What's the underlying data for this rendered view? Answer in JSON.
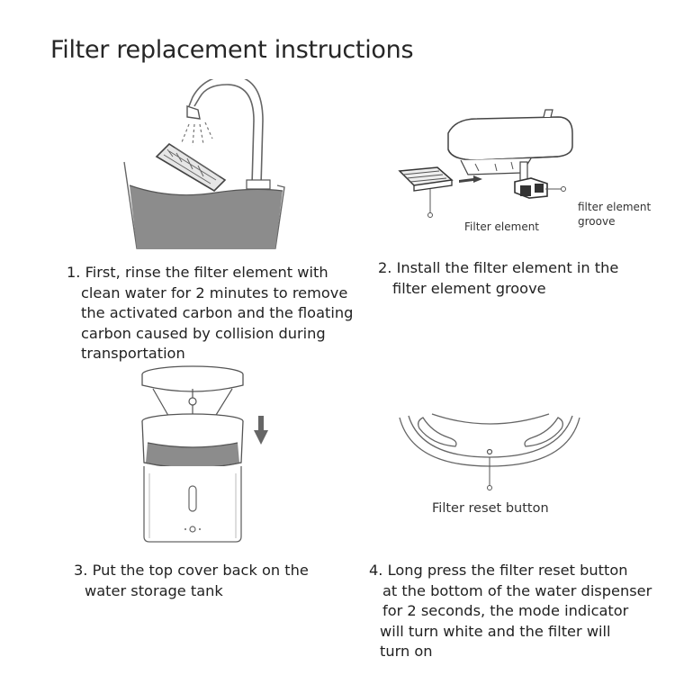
{
  "title": "Filter replacement instructions",
  "steps": [
    {
      "lines": [
        "1. First, rinse the filter element with",
        "clean water for 2 minutes to remove",
        "the activated carbon and the floating",
        "carbon caused by collision during",
        "transportation"
      ]
    },
    {
      "lines": [
        "2. Install the filter element in the",
        "filter element groove"
      ],
      "callouts": {
        "filter_element": "Filter element",
        "groove_line1": "filter element",
        "groove_line2": "groove"
      }
    },
    {
      "lines": [
        "3. Put the top cover back on the",
        "water storage tank"
      ]
    },
    {
      "lines": [
        "4. Long press the filter reset button",
        "at the bottom of the water dispenser",
        "for 2 seconds, the mode indicator",
        "will turn white and the filter will",
        "turn on"
      ],
      "callouts": {
        "reset_button": "Filter reset button"
      }
    }
  ],
  "icons": [
    "faucet-icon",
    "water-drops-icon",
    "filter-cartridge-icon",
    "basin-icon",
    "fountain-top-cover-icon",
    "arrow-icon",
    "pump-icon",
    "water-dispenser-icon",
    "down-arrow-icon",
    "dispenser-base-icon"
  ],
  "colors": {
    "line_art": "#555555",
    "water_fill": "#8c8c8c",
    "text": "#222222"
  }
}
